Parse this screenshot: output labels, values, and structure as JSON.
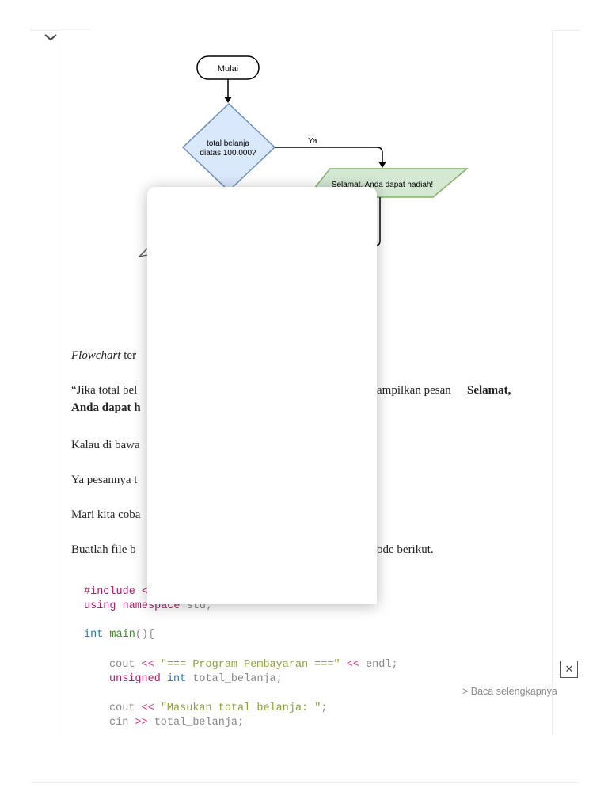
{
  "flowchart": {
    "start": "Mulai",
    "decision_line1": "total belanja",
    "decision_line2": "diatas 100.000?",
    "yes_label": "Ya",
    "output": "Selamat, Anda dapat hadiah!"
  },
  "paragraphs": {
    "p1_italic": "Flowchart",
    "p1_text": " ter",
    "p2_start": "“Jika total bel",
    "p2_mid": "ampilkan pesan ",
    "p2_bold1": "Selamat,",
    "p2_bold2": "Anda dapat h",
    "p3": "Kalau di bawa",
    "p4": "Ya pesannya t",
    "p5": "Mari kita coba",
    "p6_start": "Buatlah file b",
    "p6_end": "ode berikut."
  },
  "code": {
    "l1_kw": "#include <",
    "l2_kw": "using namespace",
    "l2_rest": " std;",
    "l3_type": "int",
    "l3_fn": " main",
    "l3_rest": "(){",
    "l4_a": "cout ",
    "l4_op": "<<",
    "l4_str": " \"=== Program Pembayaran ===\" ",
    "l4_op2": "<<",
    "l4_rest": " endl;",
    "l5_kw": "unsigned",
    "l5_type": " int",
    "l5_rest": " total_belanja;",
    "l6_a": "cout ",
    "l6_op": "<<",
    "l6_str": " \"Masukan total belanja: \"",
    "l6_rest": ";",
    "l7_a": "cin ",
    "l7_op": ">>",
    "l7_rest": " total_belanja;"
  },
  "ad": {
    "close_symbol": "✕",
    "read_more": "> Baca selengkapnya"
  },
  "icons": [
    "chevron-down-icon",
    "close-icon"
  ]
}
